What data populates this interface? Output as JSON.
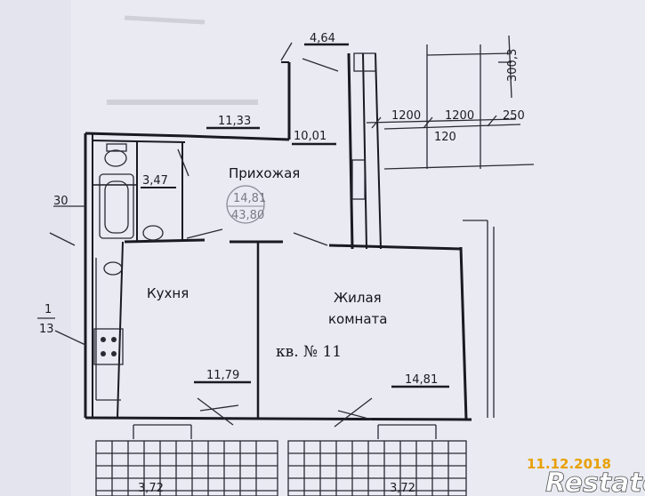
{
  "rooms": {
    "hallway": {
      "name": "Прихожая"
    },
    "kitchen": {
      "name": "Кухня",
      "area": "11,79"
    },
    "living": {
      "name_line1": "Жилая",
      "name_line2": "комната",
      "area": "14,81"
    },
    "bathroom": {
      "area": "3,47"
    }
  },
  "apartment": {
    "label": "кв. № 11",
    "total_area": "14,81",
    "living_area": "43,80"
  },
  "dimensions": {
    "area_top_left": "11,33",
    "area_top_mid": "10,01",
    "area_top_cut": "4,64",
    "left_30": "30",
    "left_1": "1",
    "left_13": "13",
    "balcony_left": "3,72",
    "balcony_right": "3,72",
    "dim_1200_a": "1200",
    "dim_1200_b": "1200",
    "dim_250": "250",
    "dim_120": "120",
    "dim_300": "300,3"
  },
  "stamp": {
    "date": "11.12.2018"
  },
  "watermark": {
    "brand": "Restate"
  },
  "colors": {
    "paper": "#e9eaf2",
    "ink": "#1a1a22",
    "date_stamp": "#e8a000"
  }
}
